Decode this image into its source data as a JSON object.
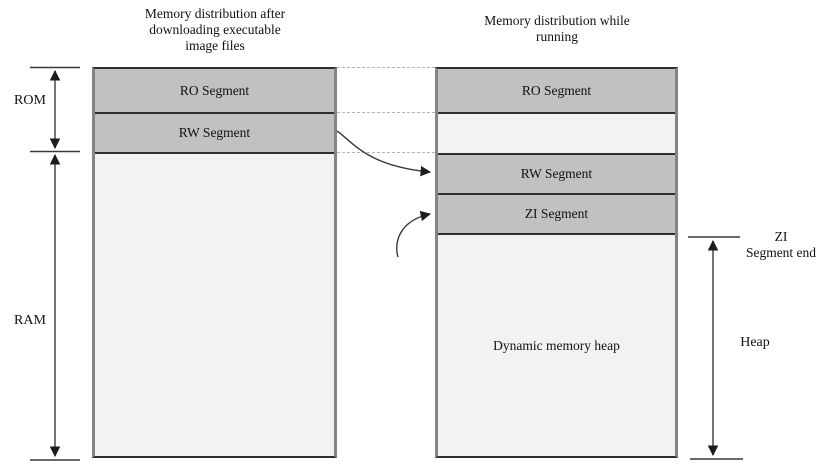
{
  "diagram": {
    "left_column": {
      "title": "Memory distribution after\ndownloading executable\nimage files",
      "segments": {
        "ro": "RO Segment",
        "rw": "RW Segment"
      }
    },
    "right_column": {
      "title": "Memory distribution while\nrunning",
      "segments": {
        "ro": "RO Segment",
        "rw": "RW Segment",
        "zi": "ZI Segment",
        "heap_label": "Dynamic memory heap"
      }
    },
    "side_labels": {
      "rom": "ROM",
      "ram": "RAM",
      "heap": "Heap",
      "zi_segment_end": "ZI\nSegment end"
    },
    "colors": {
      "segment_fill": "#c1c1c1",
      "empty_fill": "#f2f2f2",
      "border_dark": "#2f2f2f",
      "border_grey": "#848484",
      "dashed_line": "#b3b3b3",
      "arrow": "#3a3a3a",
      "background": "#ffffff"
    }
  }
}
